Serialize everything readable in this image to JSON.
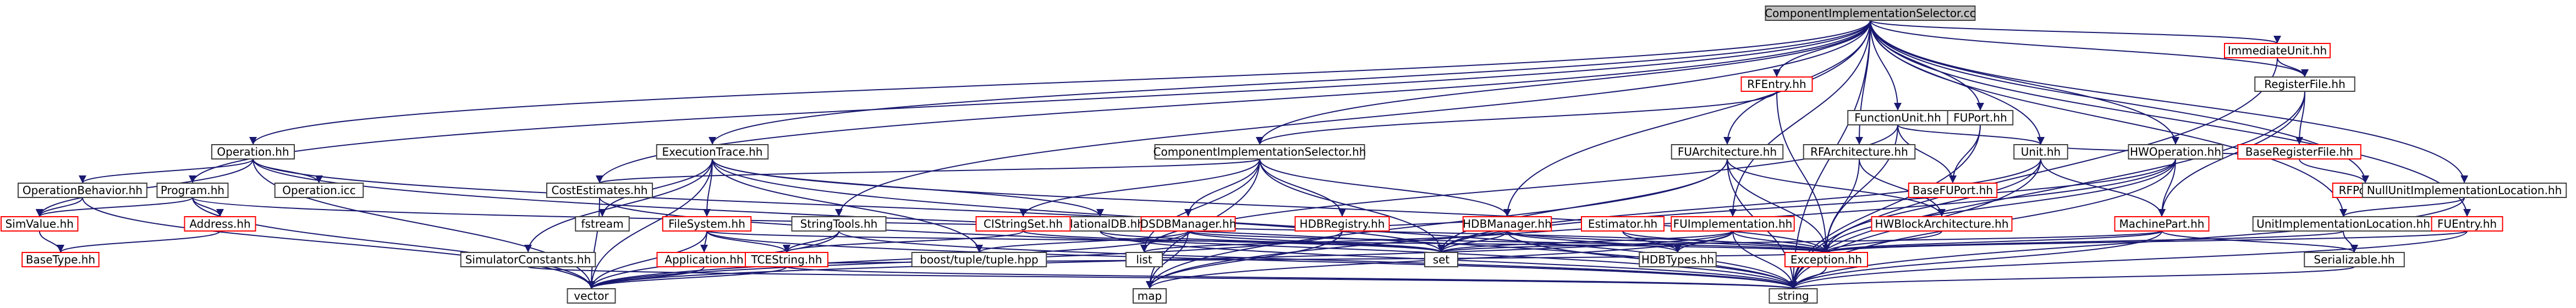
{
  "colors": {
    "edge": "#191970",
    "node_border_black": "#404040",
    "node_border_red": "#ff0000",
    "node_fill": "#ffffff",
    "root_fill": "#bfbfbf",
    "text": "#000000"
  },
  "nodes": [
    {
      "id": "root",
      "label": "ComponentImplementationSelector.cc",
      "style": "root"
    },
    {
      "id": "immediateunit",
      "label": "ImmediateUnit.hh",
      "style": "red"
    },
    {
      "id": "registerfile",
      "label": "RegisterFile.hh",
      "style": "black"
    },
    {
      "id": "rfentry",
      "label": "RFEntry.hh",
      "style": "red"
    },
    {
      "id": "functionunit",
      "label": "FunctionUnit.hh",
      "style": "black"
    },
    {
      "id": "fuport",
      "label": "FUPort.hh",
      "style": "black"
    },
    {
      "id": "baseregisterfile",
      "label": "BaseRegisterFile.hh",
      "style": "red"
    },
    {
      "id": "basefuport",
      "label": "BaseFUPort.hh",
      "style": "red"
    },
    {
      "id": "unit",
      "label": "Unit.hh",
      "style": "black"
    },
    {
      "id": "rfport",
      "label": "RFPort.hh",
      "style": "red"
    },
    {
      "id": "nullunitimpl",
      "label": "NullUnitImplementationLocation.hh",
      "style": "black"
    },
    {
      "id": "operation",
      "label": "Operation.hh",
      "style": "black"
    },
    {
      "id": "executiontrace",
      "label": "ExecutionTrace.hh",
      "style": "black"
    },
    {
      "id": "compimplsel_hh",
      "label": "ComponentImplementationSelector.hh",
      "style": "black"
    },
    {
      "id": "fuarchitecture",
      "label": "FUArchitecture.hh",
      "style": "black"
    },
    {
      "id": "rfarchitecture",
      "label": "RFArchitecture.hh",
      "style": "black"
    },
    {
      "id": "hwoperation",
      "label": "HWOperation.hh",
      "style": "black"
    },
    {
      "id": "operationbehavior",
      "label": "OperationBehavior.hh",
      "style": "black"
    },
    {
      "id": "operation_icc",
      "label": "Operation.icc",
      "style": "black"
    },
    {
      "id": "program",
      "label": "Program.hh",
      "style": "black"
    },
    {
      "id": "costestimates",
      "label": "CostEstimates.hh",
      "style": "black"
    },
    {
      "id": "filesystem",
      "label": "FileSystem.hh",
      "style": "red"
    },
    {
      "id": "stringtools",
      "label": "StringTools.hh",
      "style": "black"
    },
    {
      "id": "relationaldb",
      "label": "RelationalDB.hh",
      "style": "black"
    },
    {
      "id": "fstream",
      "label": "fstream",
      "style": "black"
    },
    {
      "id": "cistringset",
      "label": "CIStringSet.hh",
      "style": "red"
    },
    {
      "id": "dsdbmanager",
      "label": "DSDBManager.hh",
      "style": "red"
    },
    {
      "id": "hdbregistry",
      "label": "HDBRegistry.hh",
      "style": "red"
    },
    {
      "id": "hdbmanager",
      "label": "HDBManager.hh",
      "style": "red"
    },
    {
      "id": "estimator",
      "label": "Estimator.hh",
      "style": "red"
    },
    {
      "id": "fuimplementation",
      "label": "FUImplementation.hh",
      "style": "red"
    },
    {
      "id": "hwblockarch",
      "label": "HWBlockArchitecture.hh",
      "style": "red"
    },
    {
      "id": "machinepart",
      "label": "MachinePart.hh",
      "style": "red"
    },
    {
      "id": "unitimpllocation",
      "label": "UnitImplementationLocation.hh",
      "style": "black"
    },
    {
      "id": "fuentry",
      "label": "FUEntry.hh",
      "style": "red"
    },
    {
      "id": "simvalue",
      "label": "SimValue.hh",
      "style": "red"
    },
    {
      "id": "address",
      "label": "Address.hh",
      "style": "red"
    },
    {
      "id": "basetype",
      "label": "BaseType.hh",
      "style": "red"
    },
    {
      "id": "simulatorconstants",
      "label": "SimulatorConstants.hh",
      "style": "black"
    },
    {
      "id": "application",
      "label": "Application.hh",
      "style": "red"
    },
    {
      "id": "tcestring",
      "label": "TCEString.hh",
      "style": "red"
    },
    {
      "id": "boost_tuple",
      "label": "boost/tuple/tuple.hpp",
      "style": "black"
    },
    {
      "id": "list",
      "label": "list",
      "style": "black"
    },
    {
      "id": "set",
      "label": "set",
      "style": "black"
    },
    {
      "id": "hdbtypes",
      "label": "HDBTypes.hh",
      "style": "black"
    },
    {
      "id": "exception",
      "label": "Exception.hh",
      "style": "red"
    },
    {
      "id": "serializable",
      "label": "Serializable.hh",
      "style": "black"
    },
    {
      "id": "vector",
      "label": "vector",
      "style": "black"
    },
    {
      "id": "map",
      "label": "map",
      "style": "black"
    },
    {
      "id": "string",
      "label": "string",
      "style": "black"
    }
  ],
  "edges": [
    [
      "root",
      "immediateunit"
    ],
    [
      "root",
      "registerfile"
    ],
    [
      "root",
      "rfentry"
    ],
    [
      "root",
      "functionunit"
    ],
    [
      "root",
      "fuport"
    ],
    [
      "root",
      "unit"
    ],
    [
      "root",
      "rfport"
    ],
    [
      "root",
      "nullunitimpl"
    ],
    [
      "root",
      "operation"
    ],
    [
      "root",
      "executiontrace"
    ],
    [
      "root",
      "compimplsel_hh"
    ],
    [
      "root",
      "fuarchitecture"
    ],
    [
      "root",
      "rfarchitecture"
    ],
    [
      "root",
      "hwoperation"
    ],
    [
      "root",
      "program"
    ],
    [
      "root",
      "costestimates"
    ],
    [
      "root",
      "stringtools"
    ],
    [
      "root",
      "hdbmanager"
    ],
    [
      "root",
      "fuimplementation"
    ],
    [
      "root",
      "unitimpllocation"
    ],
    [
      "root",
      "fuentry"
    ],
    [
      "root",
      "string"
    ],
    [
      "immediateunit",
      "registerfile"
    ],
    [
      "immediateunit",
      "string"
    ],
    [
      "registerfile",
      "baseregisterfile"
    ],
    [
      "registerfile",
      "string"
    ],
    [
      "registerfile",
      "machinepart"
    ],
    [
      "baseregisterfile",
      "unit"
    ],
    [
      "baseregisterfile",
      "rfport"
    ],
    [
      "rfentry",
      "compimplsel_hh"
    ],
    [
      "rfentry",
      "exception"
    ],
    [
      "functionunit",
      "basefuport"
    ],
    [
      "functionunit",
      "unit"
    ],
    [
      "functionunit",
      "exception"
    ],
    [
      "functionunit",
      "list"
    ],
    [
      "fuport",
      "basefuport"
    ],
    [
      "fuport",
      "string"
    ],
    [
      "unit",
      "machinepart"
    ],
    [
      "unit",
      "set"
    ],
    [
      "unit",
      "exception"
    ],
    [
      "unit",
      "string"
    ],
    [
      "nullunitimpl",
      "unitimpllocation"
    ],
    [
      "nullunitimpl",
      "string"
    ],
    [
      "operation",
      "operationbehavior"
    ],
    [
      "operation",
      "operation_icc"
    ],
    [
      "operation",
      "simvalue"
    ],
    [
      "operation",
      "vector"
    ],
    [
      "operation",
      "set"
    ],
    [
      "operation",
      "string"
    ],
    [
      "operationbehavior",
      "simvalue"
    ],
    [
      "operationbehavior",
      "vector"
    ],
    [
      "simvalue",
      "basetype"
    ],
    [
      "program",
      "address"
    ],
    [
      "program",
      "vector"
    ],
    [
      "program",
      "simvalue"
    ],
    [
      "program",
      "exception"
    ],
    [
      "address",
      "basetype"
    ],
    [
      "executiontrace",
      "fstream"
    ],
    [
      "executiontrace",
      "filesystem"
    ],
    [
      "executiontrace",
      "simulatorconstants"
    ],
    [
      "executiontrace",
      "relationaldb"
    ],
    [
      "executiontrace",
      "vector"
    ],
    [
      "executiontrace",
      "boost_tuple"
    ],
    [
      "executiontrace",
      "exception"
    ],
    [
      "executiontrace",
      "string"
    ],
    [
      "filesystem",
      "application"
    ],
    [
      "filesystem",
      "tcestring"
    ],
    [
      "filesystem",
      "exception"
    ],
    [
      "filesystem",
      "vector"
    ],
    [
      "filesystem",
      "string"
    ],
    [
      "stringtools",
      "tcestring"
    ],
    [
      "stringtools",
      "vector"
    ],
    [
      "stringtools",
      "string"
    ],
    [
      "relationaldb",
      "set"
    ],
    [
      "relationaldb",
      "string"
    ],
    [
      "compimplsel_hh",
      "dsdbmanager"
    ],
    [
      "compimplsel_hh",
      "hdbregistry"
    ],
    [
      "compimplsel_hh",
      "hdbmanager"
    ],
    [
      "compimplsel_hh",
      "list"
    ],
    [
      "compimplsel_hh",
      "set"
    ],
    [
      "compimplsel_hh",
      "map"
    ],
    [
      "compimplsel_hh",
      "cistringset"
    ],
    [
      "compimplsel_hh",
      "costestimates"
    ],
    [
      "cistringset",
      "tcestring"
    ],
    [
      "cistringset",
      "set"
    ],
    [
      "dsdbmanager",
      "boost_tuple"
    ],
    [
      "dsdbmanager",
      "set"
    ],
    [
      "dsdbmanager",
      "map"
    ],
    [
      "dsdbmanager",
      "vector"
    ],
    [
      "dsdbmanager",
      "exception"
    ],
    [
      "hdbregistry",
      "hdbmanager"
    ],
    [
      "hdbregistry",
      "map"
    ],
    [
      "hdbregistry",
      "vector"
    ],
    [
      "hdbmanager",
      "hdbtypes"
    ],
    [
      "hdbmanager",
      "list"
    ],
    [
      "hdbmanager",
      "set"
    ],
    [
      "hdbmanager",
      "exception"
    ],
    [
      "hdbmanager",
      "string"
    ],
    [
      "estimator",
      "exception"
    ],
    [
      "estimator",
      "hdbtypes"
    ],
    [
      "costestimates",
      "vector"
    ],
    [
      "costestimates",
      "string"
    ],
    [
      "fuarchitecture",
      "hwblockarch"
    ],
    [
      "fuarchitecture",
      "set"
    ],
    [
      "fuarchitecture",
      "string"
    ],
    [
      "fuarchitecture",
      "exception"
    ],
    [
      "fuarchitecture",
      "map"
    ],
    [
      "rfarchitecture",
      "hwblockarch"
    ],
    [
      "rfarchitecture",
      "exception"
    ],
    [
      "hwoperation",
      "machinepart"
    ],
    [
      "hwoperation",
      "set"
    ],
    [
      "hwoperation",
      "map"
    ],
    [
      "hwoperation",
      "string"
    ],
    [
      "hwoperation",
      "exception"
    ],
    [
      "machinepart",
      "serializable"
    ],
    [
      "machinepart",
      "exception"
    ],
    [
      "machinepart",
      "set"
    ],
    [
      "machinepart",
      "string"
    ],
    [
      "fuimplementation",
      "hdbtypes"
    ],
    [
      "fuimplementation",
      "set"
    ],
    [
      "fuimplementation",
      "map"
    ],
    [
      "fuimplementation",
      "vector"
    ],
    [
      "fuimplementation",
      "exception"
    ],
    [
      "fuimplementation",
      "string"
    ],
    [
      "unitimpllocation",
      "serializable"
    ],
    [
      "unitimpllocation",
      "exception"
    ],
    [
      "fuentry",
      "exception"
    ],
    [
      "fuentry",
      "string"
    ],
    [
      "application",
      "exception"
    ],
    [
      "application",
      "vector"
    ],
    [
      "tcestring",
      "string"
    ],
    [
      "tcestring",
      "vector"
    ],
    [
      "exception",
      "string"
    ],
    [
      "simulatorconstants",
      "string"
    ],
    [
      "hwblockarch",
      "exception"
    ],
    [
      "serializable",
      "string"
    ]
  ]
}
